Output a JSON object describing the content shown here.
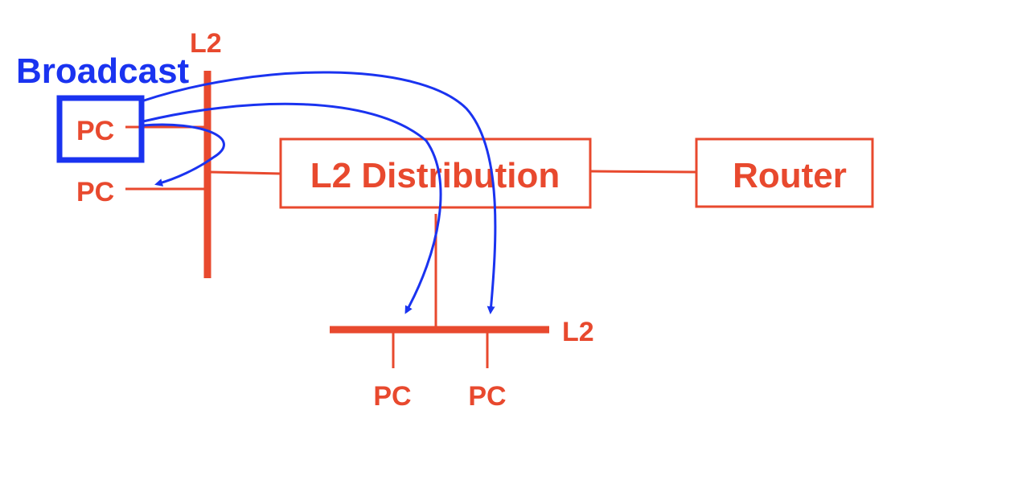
{
  "colors": {
    "network": "#e8492e",
    "broadcast": "#1a33f0",
    "background": "#ffffff"
  },
  "labels": {
    "broadcast": "Broadcast",
    "left_segment": "L2",
    "bottom_segment": "L2",
    "distribution": "L2 Distribution",
    "router": "Router",
    "pc_source": "PC",
    "pc_left_lower": "PC",
    "pc_bottom_left": "PC",
    "pc_bottom_right": "PC"
  }
}
